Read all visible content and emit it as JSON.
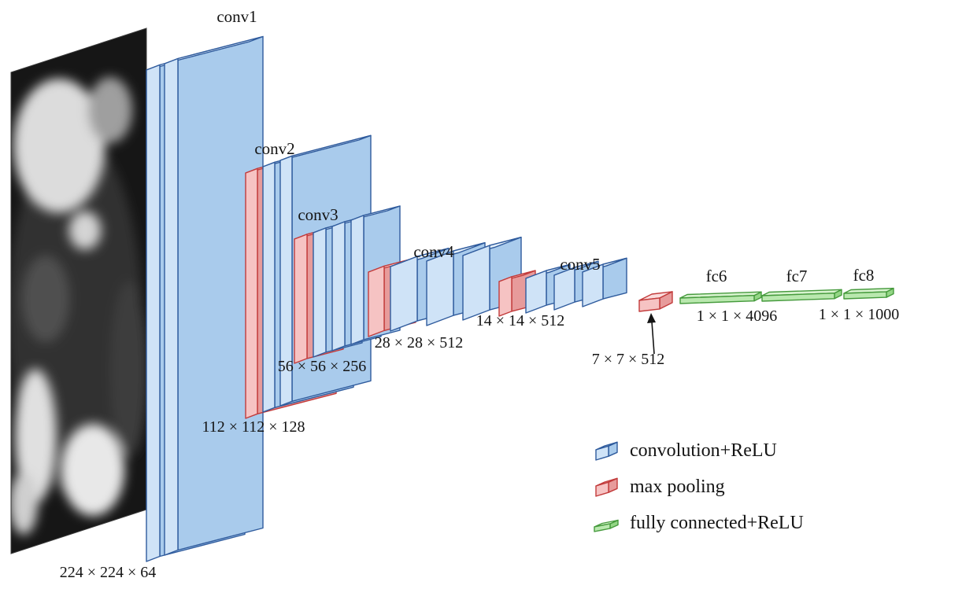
{
  "figure": {
    "type": "cnn-architecture-diagram",
    "network": "VGG-16 style convolutional network"
  },
  "colors": {
    "conv": {
      "front": "#cfe3f7",
      "side": "#a9cbec",
      "top": "#e4f0fb",
      "stroke": "#2f5b9d"
    },
    "pool": {
      "front": "#f6c3c3",
      "side": "#e79b9b",
      "top": "#fbdcdc",
      "stroke": "#c23b3b"
    },
    "fc": {
      "front": "#b9e8ae",
      "side": "#93d585",
      "top": "#d8f3cf",
      "stroke": "#459a3c"
    },
    "text": "#141414",
    "background": "#ffffff"
  },
  "labels": {
    "conv1": "conv1",
    "conv2": "conv2",
    "conv3": "conv3",
    "conv4": "conv4",
    "conv5": "conv5",
    "fc6": "fc6",
    "fc7": "fc7",
    "fc8": "fc8"
  },
  "sizes": {
    "conv1": "224 × 224 × 64",
    "conv2": "112 × 112 × 128",
    "conv3": "56 × 56 × 256",
    "conv4": "28 × 28 × 512",
    "conv5": "14 × 14 × 512",
    "pool5": "7 × 7 × 512",
    "fc6_fc7": "1 × 1 × 4096",
    "fc8": "1 × 1 × 1000"
  },
  "legend": [
    {
      "swatch": "conv",
      "label": "convolution+ReLU"
    },
    {
      "swatch": "pool",
      "label": "max pooling"
    },
    {
      "swatch": "fc",
      "label": "fully connected+ReLU"
    }
  ],
  "structure": {
    "stages": [
      {
        "name": "conv1",
        "blue_boxes": 2,
        "red_pool_box": false,
        "output": "224 × 224 × 64"
      },
      {
        "name": "conv2",
        "blue_boxes": 2,
        "red_pool_box": true,
        "output": "112 × 112 × 128"
      },
      {
        "name": "conv3",
        "blue_boxes": 3,
        "red_pool_box": true,
        "output": "56 × 56 × 256"
      },
      {
        "name": "conv4",
        "blue_boxes": 3,
        "red_pool_box": true,
        "output": "28 × 28 × 512"
      },
      {
        "name": "conv5",
        "blue_boxes": 3,
        "red_pool_box": true,
        "output": "14 × 14 × 512"
      },
      {
        "name": "pool5",
        "blue_boxes": 0,
        "red_pool_box": true,
        "output": "7 × 7 × 512"
      },
      {
        "name": "fc6",
        "green_bars": 1,
        "output": "1 × 1 × 4096"
      },
      {
        "name": "fc7",
        "green_bars": 1,
        "output": "1 × 1 × 4096"
      },
      {
        "name": "fc8",
        "green_bars": 1,
        "output": "1 × 1 × 1000"
      }
    ]
  }
}
